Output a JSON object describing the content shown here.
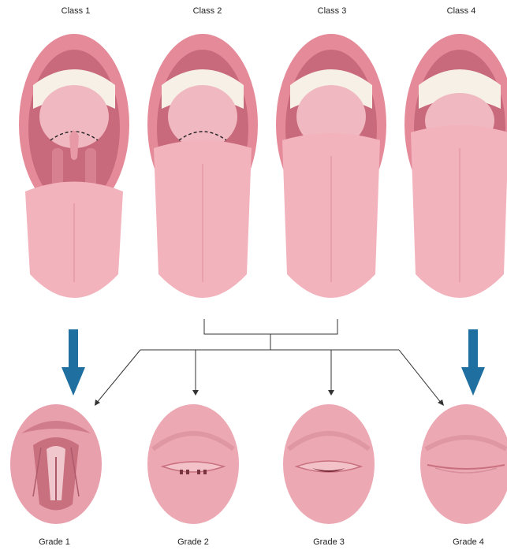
{
  "classes": [
    {
      "label": "Class 1"
    },
    {
      "label": "Class 2"
    },
    {
      "label": "Class 3"
    },
    {
      "label": "Class 4"
    }
  ],
  "grades": [
    {
      "label": "Grade 1"
    },
    {
      "label": "Grade 2"
    },
    {
      "label": "Grade 3"
    },
    {
      "label": "Grade 4"
    }
  ],
  "colors": {
    "lip": "#e58a99",
    "mouth_dark": "#c96a7c",
    "palate": "#f0b8c0",
    "tongue": "#f3b3bd",
    "teeth": "#f6f0e6",
    "arrow": "#1f6fa0",
    "line": "#333333"
  }
}
